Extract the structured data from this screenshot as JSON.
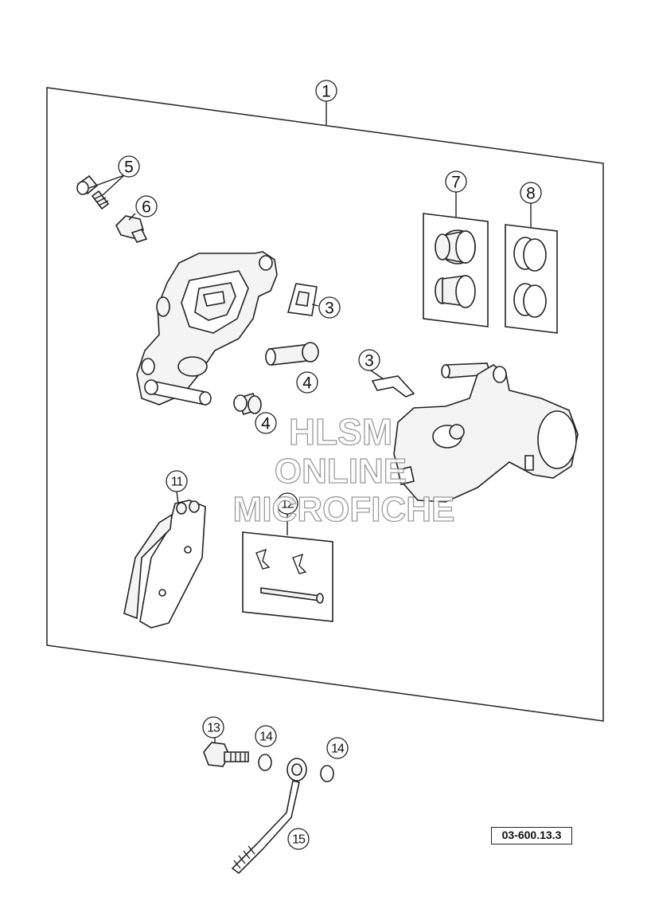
{
  "callouts": [
    {
      "id": "c1",
      "label": "1"
    },
    {
      "id": "c5",
      "label": "5"
    },
    {
      "id": "c6",
      "label": "6"
    },
    {
      "id": "c7",
      "label": "7"
    },
    {
      "id": "c8",
      "label": "8"
    },
    {
      "id": "c3a",
      "label": "3"
    },
    {
      "id": "c3b",
      "label": "3"
    },
    {
      "id": "c4a",
      "label": "4"
    },
    {
      "id": "c4b",
      "label": "4"
    },
    {
      "id": "c11",
      "label": "11"
    },
    {
      "id": "c12",
      "label": "12"
    },
    {
      "id": "c13",
      "label": "13"
    },
    {
      "id": "c14a",
      "label": "14"
    },
    {
      "id": "c14b",
      "label": "14"
    },
    {
      "id": "c15",
      "label": "15"
    }
  ],
  "watermark": {
    "line1": "HLSM",
    "line2": "ONLINE",
    "line3": "MICROFICHE"
  },
  "doc_code": "03-600.13.3"
}
